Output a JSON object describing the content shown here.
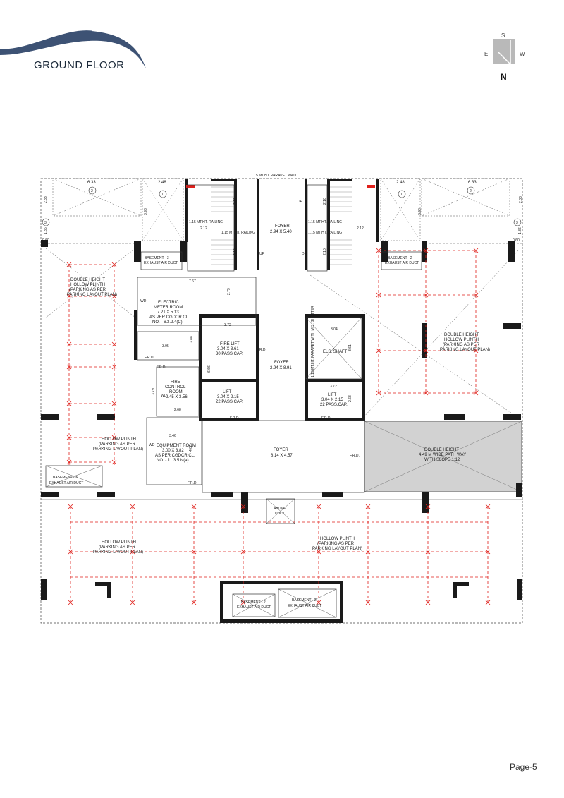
{
  "header": {
    "title": "GROUND FLOOR"
  },
  "compass": {
    "s": "S",
    "e": "E",
    "w": "W",
    "n": "N",
    "color": "#b9b9b9"
  },
  "colors": {
    "wall": "#1a1a1a",
    "accent": "#e0201b",
    "header": "#3d5274",
    "shaded": "#d2d2d2"
  },
  "plan": {
    "parapet": "1.15 MT.HT. PARAPET WALL",
    "dims": {
      "d633": "6.33",
      "d248": "2.48",
      "d233": "2.33",
      "d398": "3.98",
      "d212": "2.12",
      "d210": "2.10",
      "d060": "0.60",
      "d767": "7.67",
      "d279": "2.79",
      "d372": "3.72",
      "d395": "3.95",
      "d288": "2.88",
      "d666": "6.66",
      "d304": "3.04",
      "d361": "3.61",
      "d268": "2.68",
      "d379": "3.79",
      "d346": "3.46",
      "d405": "4.05",
      "d1_86": "1.86"
    },
    "marks": {
      "one": "1",
      "two": "2",
      "three": "3"
    },
    "labels": {
      "up": "UP",
      "dn": "DN",
      "frd": "F.R.D.",
      "wd": "WD",
      "railing": "1.15 MT.HT. RAILING",
      "foyer_top": "FOYER",
      "foyer_top_dim": "2.94 X 5.40",
      "foyer_mid": "FOYER",
      "foyer_mid_dim": "2.94 X 8.91",
      "foyer_bot": "FOYER",
      "foyer_bot_dim": "8.14 X 4.57",
      "basement3": "BASEMENT - 3",
      "basement2": "BASEMENT - 2",
      "exhaust": "EXHAUST AIR DUCT",
      "dh_line1": "DOUBLE  HEIGHT",
      "dh_line2": "HOLLOW PLINTH",
      "dh_line3": "(PARKING AS PER",
      "dh_line4": "PARKING LAYOUT PLAN)",
      "elec1": "ELECTRIC",
      "elec2": "METER ROOM",
      "elec3": "7.21 X 5.13",
      "elec4": "AS PER CGDCR CL.",
      "elec5": "NO. - 6.3.2.4(C)",
      "fire_lift1": "FIRE LIFT",
      "fire_lift2": "3.04 X 3.61",
      "fire_lift3": "30 PASS.CAP.",
      "lift1": "LIFT",
      "lift_l2": "3.04 X 2.15",
      "lift_l3": "22 PASS.CAP.",
      "els": "ELS. SHAFT",
      "sh_wall": "1.15 MT.HT. PARAPET WITH M.S. SHUTTER",
      "fcr1": "FIRE",
      "fcr2": "CONTROL",
      "fcr3": "ROOM",
      "fcr4": "2.45 X 3.56",
      "eq1": "EQUIPMENT ROOM",
      "eq2": "3.00 X 3.82",
      "eq3": "AS PER CGDCR CL.",
      "eq4": "NO. - 11.3.5.iv(a)",
      "hp1": "HOLLOW PLINTH",
      "hp2": "(PARKING AS PER",
      "hp3": "PARKING LAYOUT PLAN)",
      "ramp1": "DOUBLE HEIGHT",
      "ramp2": "4.49 M WIDE PATH WAY",
      "ramp3": "WITH SLOPE 1:12",
      "above1": "ABOVE",
      "above2": "DUCT"
    }
  },
  "footer": {
    "page": "Page-5"
  }
}
